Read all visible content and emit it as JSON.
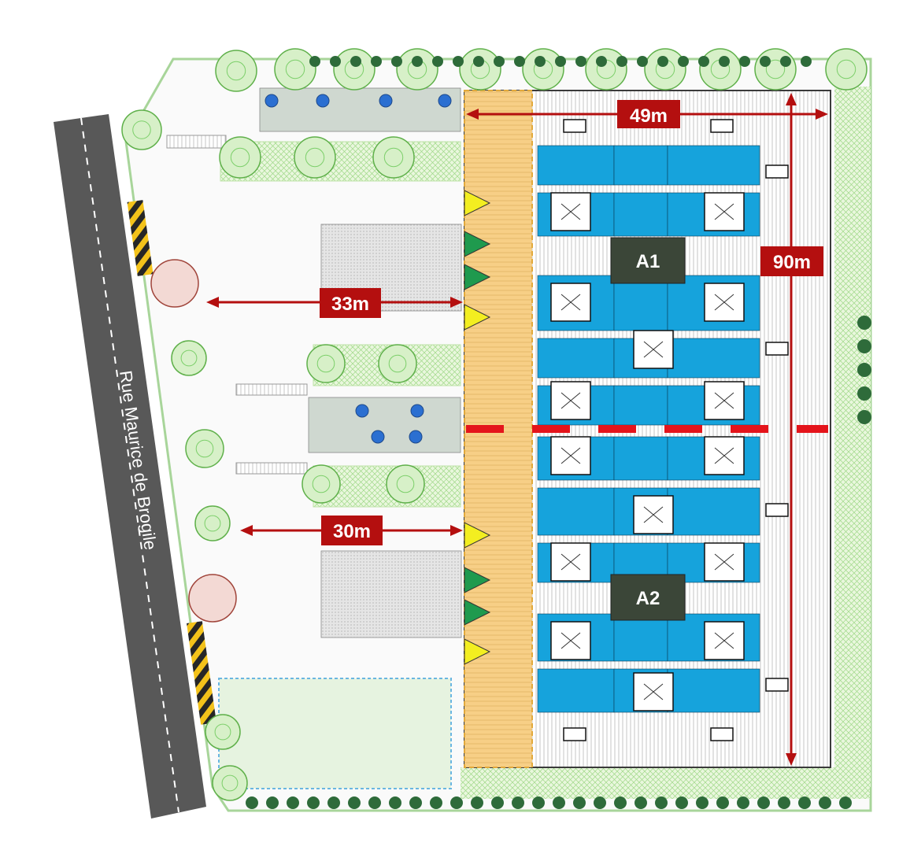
{
  "street_name": "Rue Maurice de Brogile",
  "buildings": [
    {
      "id": "A1"
    },
    {
      "id": "A2"
    }
  ],
  "dimensions": {
    "building_width": "49m",
    "building_length": "90m",
    "setback_north": "33m",
    "setback_south": "30m"
  },
  "colors": {
    "dimension_red": "#b40f0f",
    "roof_orange": "#f7cf86",
    "solar_blue": "#16a3dc",
    "building_dark": "#3b4638",
    "tree_green": "#7ccf6a",
    "road_gray": "#585858",
    "dock_yellow": "#f3ee20",
    "dock_green": "#1f9a4e"
  },
  "legend_marks": {
    "dock_door_yellow": "triangle",
    "dock_door_green": "triangle"
  }
}
